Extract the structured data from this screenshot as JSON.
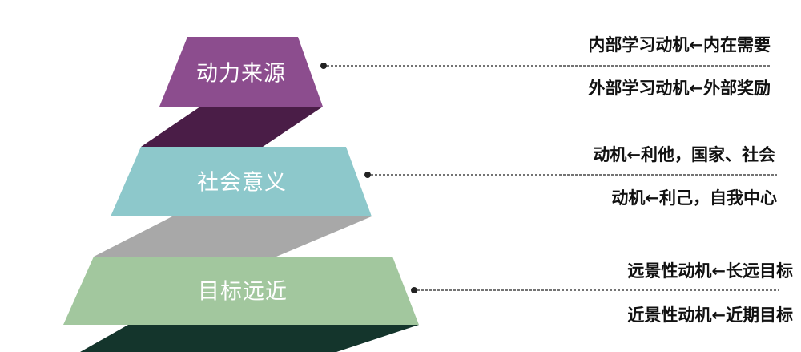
{
  "colors": {
    "tier1": "#8c4d8e",
    "tier1_side": "#4a1d47",
    "tier2": "#8dc8cb",
    "tier2_side": "#a8a8a8",
    "tier3": "#a2c79e",
    "tier3_side": "#14352c",
    "connector": "#222222"
  },
  "tiers": [
    {
      "label": "动力来源",
      "annotations": [
        "内部学习动机←内在需要",
        "外部学习动机←外部奖励"
      ]
    },
    {
      "label": "社会意义",
      "annotations": [
        "动机←利他，国家、社会",
        "动机←利己，自我中心"
      ]
    },
    {
      "label": "目标远近",
      "annotations": [
        "远景性动机←长远目标",
        "近景性动机←近期目标"
      ]
    }
  ]
}
